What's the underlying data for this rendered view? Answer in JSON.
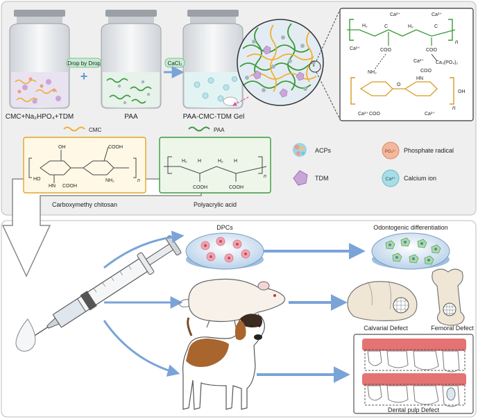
{
  "top_panel": {
    "jar1_label": "CMC+Na₂HPO₄+TDM",
    "jar2_label": "PAA",
    "jar3_label": "PAA-CMC-TDM Gel",
    "step1_label": "Drop by Drop",
    "plus_sign": "+",
    "step2_label": "CaCl₂"
  },
  "structure": {
    "ca": "Ca²⁺",
    "coo": "COO",
    "h2": "H₂",
    "c": "C",
    "h": "H",
    "n": "n",
    "nh2": "NH₂",
    "hn": "HN",
    "oh": "OH",
    "o": "O",
    "ca3po4": "Ca₃(PO₄)₂"
  },
  "molecules": {
    "cmc_tag": "CMC",
    "paa_tag": "PAA",
    "cmc_name": "Carboxymethy chitosan",
    "paa_name": "Polyacrylic acid",
    "cooh": "COOH"
  },
  "legend": {
    "acps": "ACPs",
    "tdm": "TDM",
    "phosphate": "Phosphate radical",
    "po4": "PO₄³⁻",
    "calcium": "Calcium ion",
    "ca_symbol": "Ca²⁺"
  },
  "bottom_panel": {
    "dpcs": "DPCs",
    "odontogenic": "Odontogenic differentiation",
    "calvarial": "Calvarial Defect",
    "femoral": "Femoral Defect",
    "dental": "Dental pulp Defect"
  },
  "colors": {
    "cmc": "#f0b030",
    "paa": "#3a9a3a",
    "cmc_box": "#fff8e6",
    "paa_box": "#eef6ea",
    "arrow_blue": "#7aa3d8"
  }
}
